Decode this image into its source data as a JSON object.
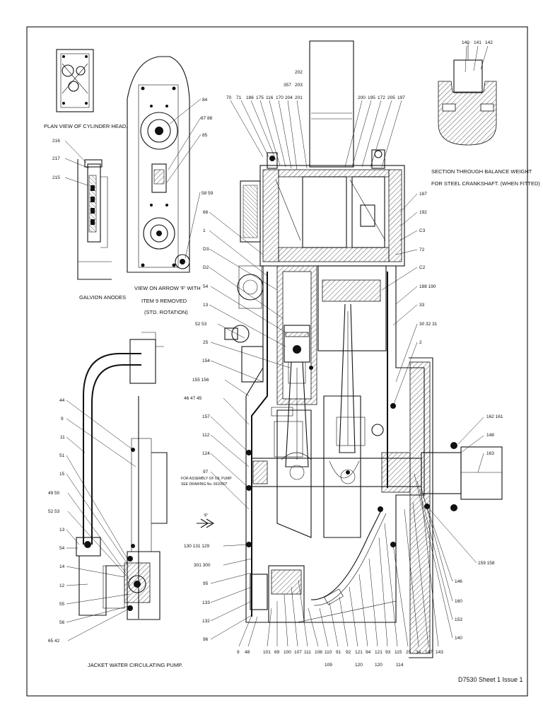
{
  "captions": {
    "plan_view": "PLAN VIEW OF CYLINDER HEAD.",
    "galvion": "GALVION ANODES",
    "arrow_view_1": "VIEW ON ARROW 'F' WITH",
    "arrow_view_2": "ITEM 9 REMOVED",
    "arrow_view_3": "(STD. ROTATION)",
    "balance_1": "SECTION THROUGH BALANCE WEIGHT",
    "balance_2": "FOR STEEL CRANKSHAFT. (WHEN FITTED)",
    "oil_pump_1": "FOR ASSEMBLY OF OIL PUMP",
    "oil_pump_2": "SEE DRAWING No. 6610907",
    "jacket_pump": "JACKET WATER CIRCULATING PUMP.",
    "arrow_f": "'F'"
  },
  "title_block": {
    "drawing_ref": "D7530 Sheet 1 Issue 1"
  },
  "callouts": {
    "top_row": [
      "70",
      "71",
      "186",
      "175",
      "116",
      "170",
      "204",
      "201",
      "200",
      "195",
      "172",
      "205",
      "197"
    ],
    "top_center": [
      "202",
      "357",
      "203"
    ],
    "top_right": [
      "140",
      "141",
      "142"
    ],
    "plan": [
      "216",
      "217",
      "215"
    ],
    "arrow_view": [
      "84",
      "87 88",
      "85",
      "58 59"
    ],
    "left_col": [
      "66",
      "1",
      "D3",
      "D2",
      "54",
      "13",
      "52 53",
      "25",
      "154",
      "155 156",
      "46 47 45",
      "157",
      "112",
      "124",
      "97",
      "130 131 129",
      "301 300",
      "95",
      "133",
      "132",
      "96"
    ],
    "right_col": [
      "187",
      "192",
      "C3",
      "72",
      "C2",
      "188 190",
      "33",
      "30 32 31",
      "2",
      "162 161",
      "148",
      "163",
      "159 158",
      "146",
      "160",
      "153",
      "140"
    ],
    "pump_left": [
      "44",
      "9",
      "11",
      "51",
      "15",
      "49 50",
      "52 53",
      "13",
      "54",
      "14",
      "12",
      "55",
      "56",
      "65 42"
    ],
    "bottom_row": [
      "9",
      "48",
      "101",
      "69",
      "100",
      "107",
      "111",
      "108",
      "110",
      "91",
      "92",
      "121",
      "94",
      "121",
      "93",
      "115",
      "25",
      "34",
      "147",
      "143"
    ],
    "bottom_row_2": [
      "109",
      "120",
      "120",
      "114"
    ]
  }
}
